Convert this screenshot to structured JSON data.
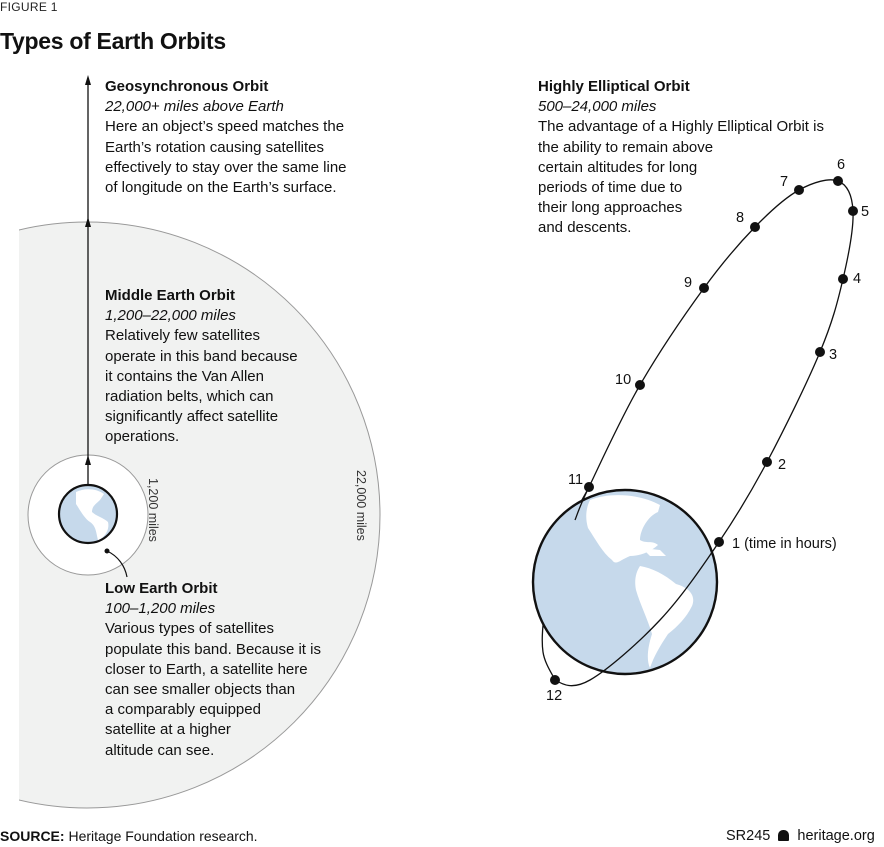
{
  "figure_label": "FIGURE 1",
  "title": "Types of Earth Orbits",
  "geo": {
    "heading": "Geosynchronous Orbit",
    "subheading": "22,000+ miles above Earth",
    "lines": [
      "Here an object’s speed matches the",
      "Earth’s rotation causing satellites",
      "effectively to stay over the same line",
      "of longitude on the Earth’s surface."
    ]
  },
  "meo": {
    "heading": "Middle Earth Orbit",
    "subheading": "1,200–22,000 miles",
    "lines": [
      "Relatively few satellites",
      "operate in this band because",
      "it contains the Van Allen",
      "radiation belts, which can",
      "significantly affect satellite",
      "operations."
    ]
  },
  "leo": {
    "heading": "Low Earth Orbit",
    "subheading": "100–1,200 miles",
    "lines": [
      "Various types of satellites",
      "populate this band. Because it is",
      "closer to Earth, a satellite here",
      "can see smaller objects than",
      "a comparably equipped",
      "satellite at a higher",
      "altitude can see."
    ]
  },
  "heo": {
    "heading": "Highly Elliptical Orbit",
    "subheading": "500–24,000 miles",
    "lines": [
      "The advantage of a Highly Elliptical Orbit is",
      "the ability to remain above",
      "certain altitudes for long",
      "periods of time due to",
      "their long approaches",
      "and descents."
    ]
  },
  "ring_labels": {
    "inner": "1,200 miles",
    "outer": "22,000 miles"
  },
  "orbit_points": [
    "1 (time in hours)",
    "2",
    "3",
    "4",
    "5",
    "6",
    "7",
    "8",
    "9",
    "10",
    "11",
    "12"
  ],
  "source": {
    "label": "SOURCE:",
    "text": "Heritage Foundation research."
  },
  "credit": {
    "code": "SR245",
    "site": "heritage.org"
  },
  "colors": {
    "band": "#f1f2f1",
    "earth": "#c6d9eb",
    "line": "#111111"
  }
}
